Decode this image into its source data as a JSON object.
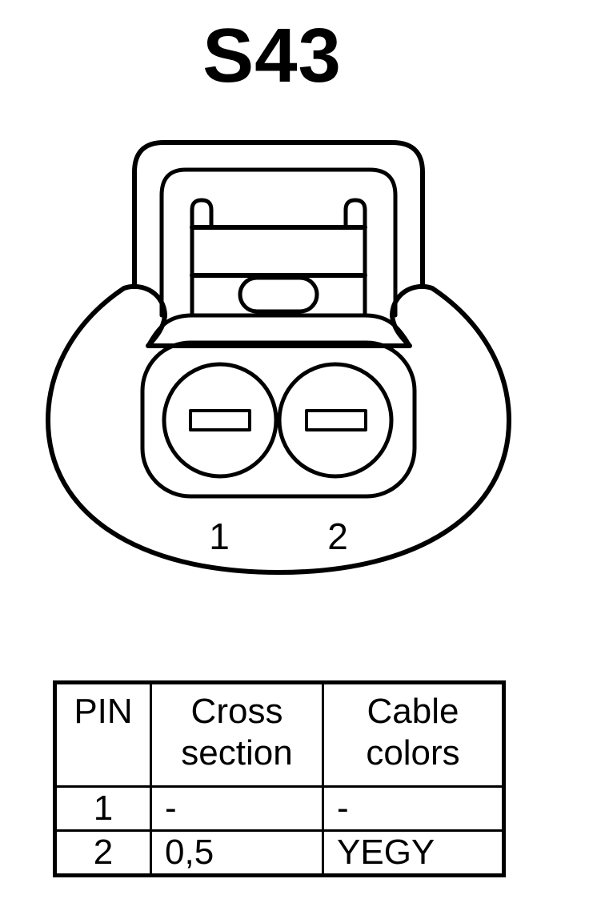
{
  "connector": {
    "title": "S43",
    "pins": [
      {
        "label": "1"
      },
      {
        "label": "2"
      }
    ]
  },
  "pin_table": {
    "headers": {
      "pin": "PIN",
      "cross_section_line1": "Cross",
      "cross_section_line2": "section",
      "cable_colors_line1": "Cable",
      "cable_colors_line2": "colors"
    },
    "rows": [
      {
        "pin": "1",
        "cross_section": "-",
        "cable_color": "-"
      },
      {
        "pin": "2",
        "cross_section": "0,5",
        "cable_color": "YEGY"
      }
    ]
  },
  "colors": {
    "line": "#000000",
    "background": "#ffffff"
  }
}
